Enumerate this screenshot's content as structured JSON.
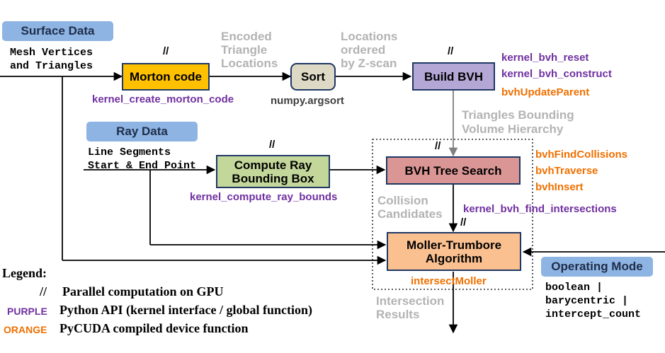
{
  "tags": {
    "surface_data": "Surface Data",
    "ray_data": "Ray Data",
    "operating_mode": "Operating Mode"
  },
  "inputs": {
    "mesh_line1": "Mesh Vertices",
    "mesh_line2": "and Triangles",
    "ray_line1": "Line Segments",
    "ray_line2": "Start & End Point",
    "mode_line1": "boolean |",
    "mode_line2": "barycentric |",
    "mode_line3": "intercept_count"
  },
  "boxes": {
    "morton": "Morton code",
    "sort": "Sort",
    "build_bvh": "Build BVH",
    "ray_bounds_line1": "Compute Ray",
    "ray_bounds_line2": "Bounding Box",
    "bvh_search": "BVH Tree Search",
    "moller_line1": "Moller-Trumbore",
    "moller_line2": "Algorithm"
  },
  "flow_labels": {
    "encoded_1": "Encoded",
    "encoded_2": "Triangle",
    "encoded_3": "Locations",
    "ordered_1": "Locations",
    "ordered_2": "ordered",
    "ordered_3": "by Z-scan",
    "tri_bvh_1": "Triangles Bounding",
    "tri_bvh_2": "Volume Hierarchy",
    "collision_1": "Collision",
    "collision_2": "Candidates",
    "results_1": "Intersection",
    "results_2": "Results"
  },
  "functions": {
    "morton": "kernel_create_morton_code",
    "sort": "numpy.argsort",
    "bvh_reset": "kernel_bvh_reset",
    "bvh_construct": "kernel_bvh_construct",
    "bvh_update_parent": "bvhUpdateParent",
    "ray_bounds": "kernel_compute_ray_bounds",
    "find_collisions": "bvhFindCollisions",
    "traverse": "bvhTraverse",
    "insert": "bvhInsert",
    "find_intersections": "kernel_bvh_find_intersections",
    "intersect_moller": "intersectMoller"
  },
  "parallel_mark": "//",
  "legend": {
    "title": "Legend:",
    "parallel_key": "//",
    "parallel_desc": "Parallel computation on GPU",
    "purple_key": "PURPLE",
    "purple_desc": "Python API (kernel interface / global function)",
    "orange_key": "ORANGE",
    "orange_desc": "PyCUDA compiled device function"
  },
  "colors": {
    "purple": "#7030a0",
    "orange": "#f07000",
    "tag_blue": "#8db4e2",
    "morton_fill": "#ffc000",
    "sort_fill": "#ddd9c4",
    "bvh_fill": "#b4a7d6",
    "ray_bounds_fill": "#c4d79b",
    "search_fill": "#da9694",
    "moller_fill": "#fac090"
  }
}
